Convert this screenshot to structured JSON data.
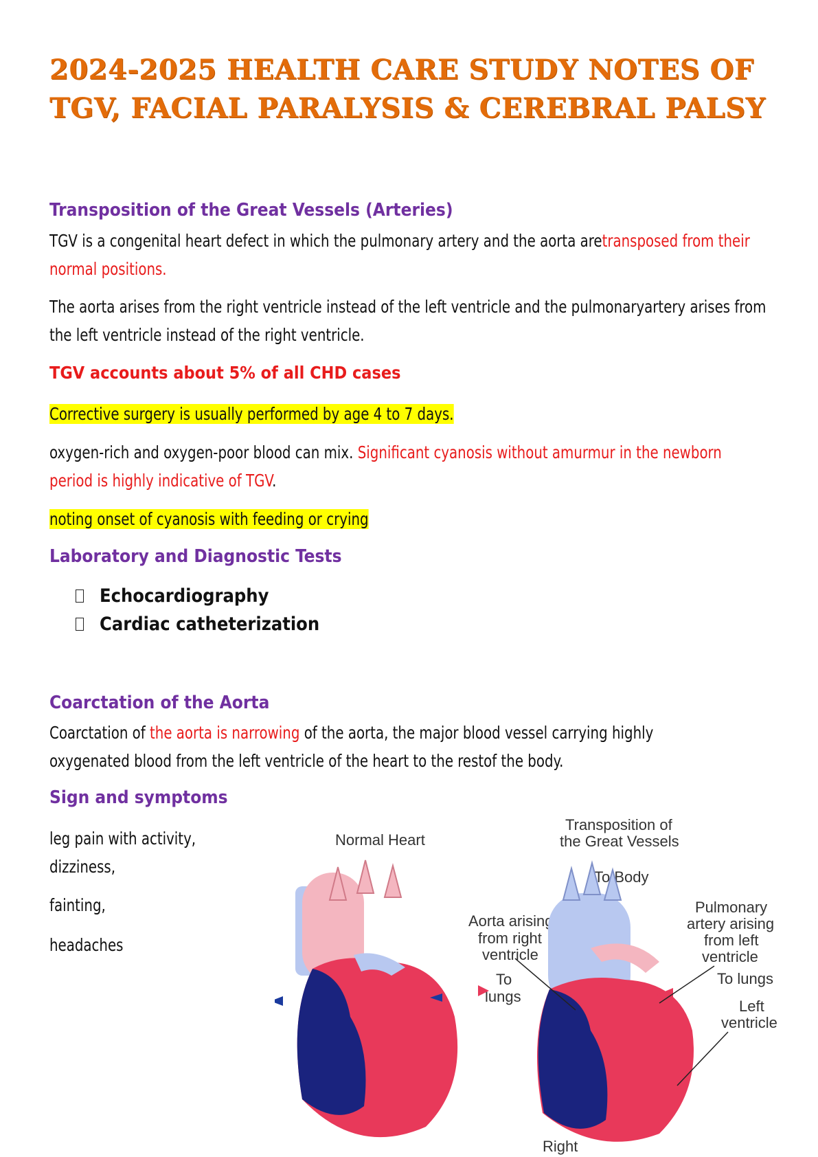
{
  "title": "2024-2025 HEALTH CARE STUDY NOTES OF TGV, FACIAL PARALYSIS & CEREBRAL PALSY",
  "tgv": {
    "heading": "Transposition of the Great Vessels (Arteries)",
    "p1_a": "TGV is a congenital heart defect in which the pulmonary artery and the aorta are",
    "p1_b": "transposed from their normal positions.",
    "p2": "The aorta arises from the right ventricle instead of the left ventricle and the pulmonaryartery arises from the left ventricle instead of the right ventricle.",
    "stat": "TGV accounts about 5% of all CHD cases",
    "surgery": "Corrective surgery is usually performed by age 4 to 7 days.",
    "p3_a": "oxygen-rich and oxygen-poor blood can mix. ",
    "p3_b": "Significant cyanosis without amurmur in the newborn period is highly indicative of TGV",
    "p3_c": ".",
    "onset": "noting onset of cyanosis with feeding or crying"
  },
  "lab": {
    "heading": "Laboratory and Diagnostic Tests",
    "items": [
      "Echocardiography",
      "Cardiac catheterization"
    ]
  },
  "coarctation": {
    "heading": "Coarctation of the Aorta",
    "p_a": "Coarctation of ",
    "p_b": "the aorta is narrowing",
    "p_c": " of the aorta, the major blood vessel carrying highly",
    "p_d": "oxygenated blood from the left ventricle of the heart to the restof the body."
  },
  "symptoms": {
    "heading": "Sign and symptoms",
    "items": [
      "leg pain with activity,",
      "dizziness,",
      " fainting,",
      " headaches"
    ]
  },
  "diagram": {
    "normal_title": "Normal Heart",
    "tgv_title_1": "Transposition of",
    "tgv_title_2": "the Great Vessels",
    "to_body": "To Body",
    "aorta_1": "Aorta arising",
    "aorta_2": "from right",
    "aorta_3": "ventricle",
    "to_lungs_left_1": "To",
    "to_lungs_left_2": "lungs",
    "pulm_1": "Pulmonary",
    "pulm_2": "artery arising",
    "pulm_3": "from left",
    "pulm_4": "ventricle",
    "to_lungs_right": "To lungs",
    "left_1": "Left",
    "left_2": "ventricle",
    "right_1": "Right",
    "colors": {
      "deoxygenated": "#1a237e",
      "oxygenated": "#e8395a",
      "vessel_light_blue": "#b8c8f0",
      "vessel_light_pink": "#f4b6c0",
      "arrow_red": "#e8395a",
      "arrow_blue": "#1a3a9e"
    }
  }
}
